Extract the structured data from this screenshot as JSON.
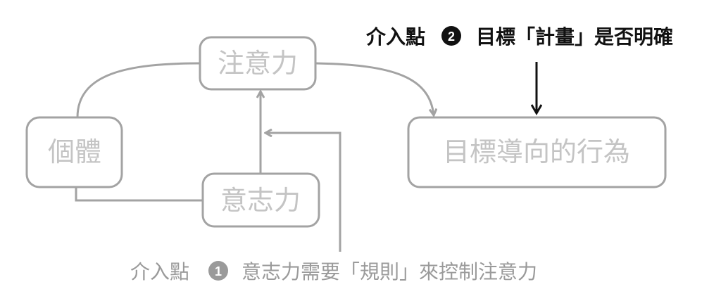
{
  "nodes": {
    "attention": "注意力",
    "individual": "個體",
    "willpower": "意志力",
    "goal_behavior": "目標導向的行為"
  },
  "intervention_2": {
    "prefix": "介入點",
    "number": "2",
    "text": "目標「計畫」是否明確"
  },
  "intervention_1": {
    "prefix": "介入點",
    "number": "1",
    "text": "意志力需要「規則」來控制注意力"
  },
  "colors": {
    "box_stroke": "#a3a3a3",
    "box_text": "#c4c4c4",
    "highlight": "#111111",
    "muted_text": "#9a9a9a"
  }
}
